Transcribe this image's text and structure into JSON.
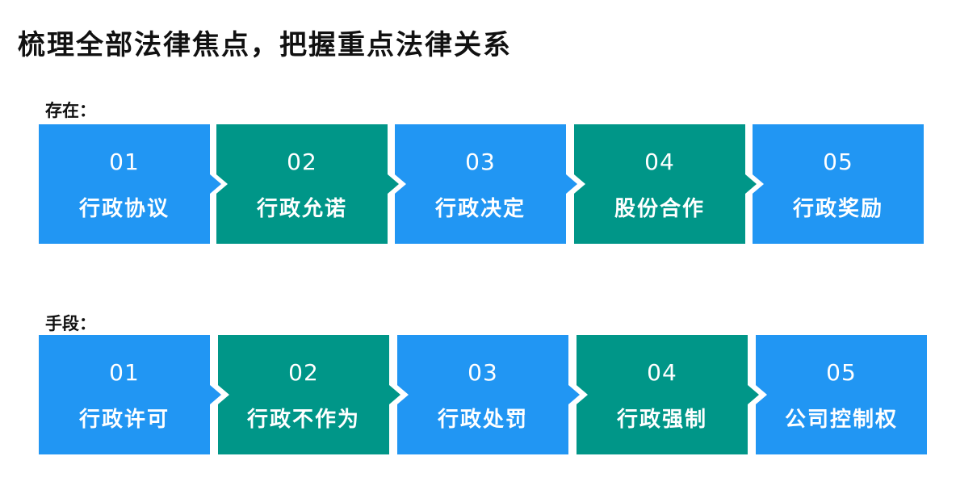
{
  "title": "梳理全部法律焦点，把握重点法律关系",
  "existence": {
    "label": "存在：",
    "items": [
      {
        "num": "01",
        "label": "行政协议",
        "color": "#2196f3"
      },
      {
        "num": "02",
        "label": "行政允诺",
        "color": "#009688"
      },
      {
        "num": "03",
        "label": "行政决定",
        "color": "#2196f3"
      },
      {
        "num": "04",
        "label": "股份合作",
        "color": "#009688"
      },
      {
        "num": "05",
        "label": "行政奖励",
        "color": "#2196f3"
      }
    ]
  },
  "means": {
    "label": "手段：",
    "items": [
      {
        "num": "01",
        "label": "行政许可",
        "color": "#2196f3"
      },
      {
        "num": "02",
        "label": "行政不作为",
        "color": "#009688"
      },
      {
        "num": "03",
        "label": "行政处罚",
        "color": "#2196f3"
      },
      {
        "num": "04",
        "label": "行政强制",
        "color": "#009688"
      },
      {
        "num": "05",
        "label": "公司控制权",
        "color": "#2196f3"
      }
    ]
  }
}
